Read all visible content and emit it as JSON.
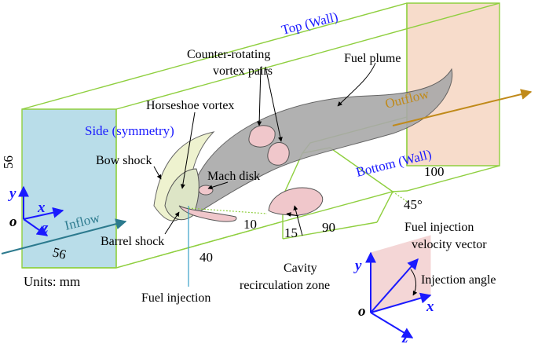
{
  "labels": {
    "top_wall": "Top (Wall)",
    "counter_rotating": "Counter-rotating",
    "vortex_pairs": "vortex pairs",
    "fuel_plume": "Fuel plume",
    "horseshoe_vortex": "Horseshoe vortex",
    "outflow": "Outflow",
    "side_symmetry": "Side (symmetry)",
    "bow_shock": "Bow shock",
    "mach_disk": "Mach disk",
    "bottom_wall": "Bottom (Wall)",
    "inflow": "Inflow",
    "barrel_shock": "Barrel shock",
    "units": "Units: mm",
    "fuel_injection": "Fuel injection",
    "cavity_line1": "Cavity",
    "cavity_line2": "recirculation zone",
    "fuel_velocity_line1": "Fuel injection",
    "fuel_velocity_line2": "velocity vector",
    "injection_angle": "Injection angle"
  },
  "dimensions": {
    "height": "56",
    "width": "56",
    "d40": "40",
    "d10": "10",
    "d15": "15",
    "d90": "90",
    "d100": "100",
    "angle45": "45°"
  },
  "axes": {
    "main": {
      "y": "y",
      "x": "x",
      "z": "z",
      "o": "o"
    },
    "inset": {
      "y": "y",
      "x": "x",
      "z": "z",
      "o": "o"
    }
  },
  "colors": {
    "box_edges": "#8fcf3f",
    "inflow_face": "#b9dde9",
    "outflow_face": "#f7dccb",
    "plume": "#a9a9a9",
    "vortex": "#f0c7cb",
    "axis_blue": "#1a1aff",
    "inflow_arrow": "#2c7a8e",
    "outflow_arrow": "#c08a1a"
  }
}
